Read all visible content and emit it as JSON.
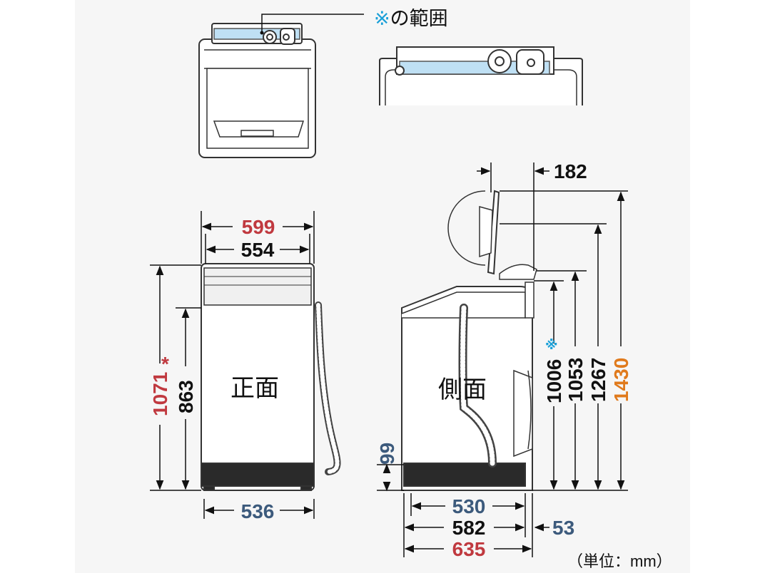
{
  "caption": {
    "mark": "※",
    "text": "の範囲"
  },
  "front_label": "正面",
  "side_label": "側面",
  "unit": "（単位：mm）",
  "colors": {
    "red": "#c0393f",
    "blue": "#3c5a7c",
    "orange": "#e07a1c",
    "cyan": "#1aa0d8",
    "black": "#111111",
    "highlight": "#bfe0f4"
  },
  "front_dims": {
    "width_outer": "599",
    "width_inner": "554",
    "width_base": "536",
    "height_total": "1071",
    "height_total_mark": "*",
    "height_body": "863"
  },
  "side_dims": {
    "top_offset": "182",
    "base_height": "99",
    "depth_base": "530",
    "depth_body": "582",
    "depth_total": "635",
    "back_offset": "53",
    "height_1006": "1006",
    "height_1006_mark": "※",
    "height_1053": "1053",
    "height_1267": "1267",
    "height_1430": "1430"
  }
}
